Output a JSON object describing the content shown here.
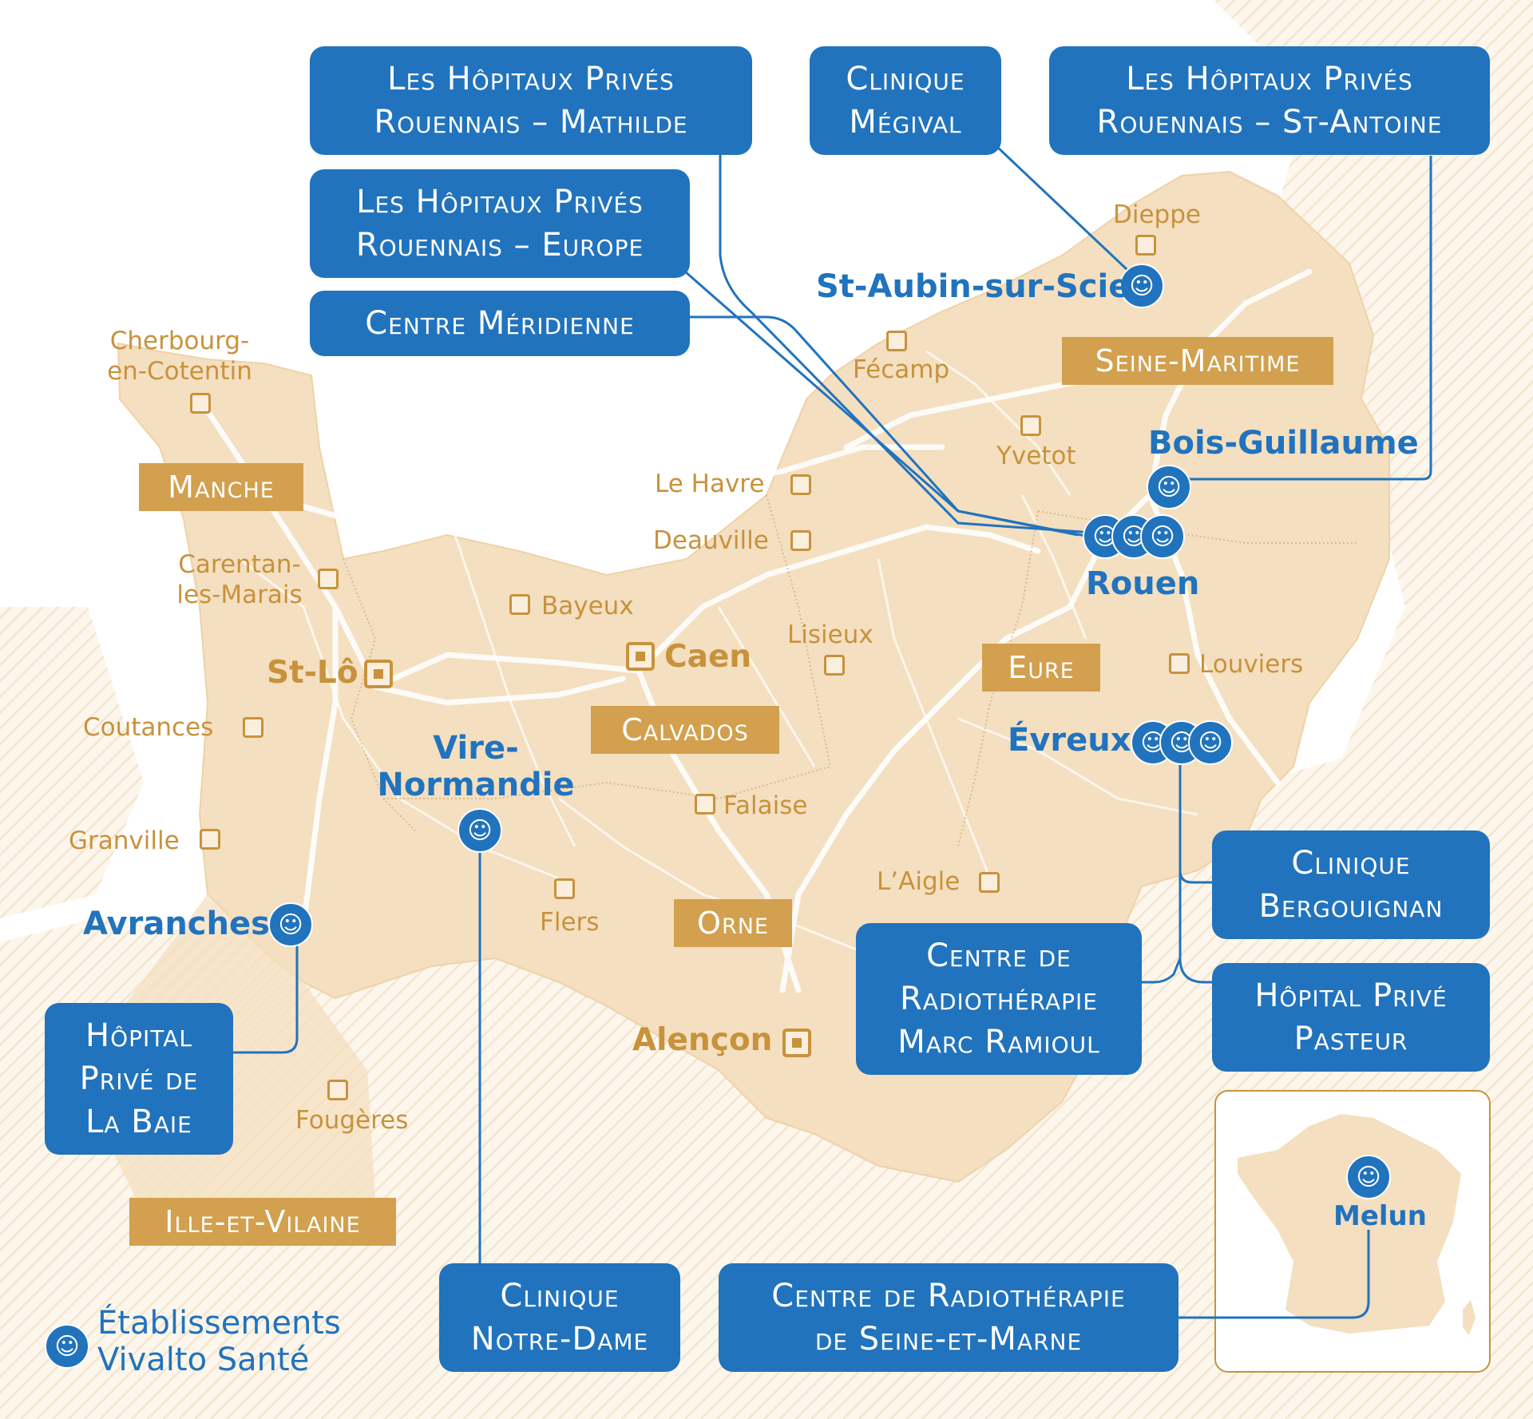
{
  "colors": {
    "vivalto_blue": "#2173bd",
    "department_gold": "#d2a04e",
    "city_gold": "#c8923c",
    "region_fill": "#f4dfc0",
    "background": "#ffffff"
  },
  "facilities": {
    "hpr_mathilde": {
      "line1": "Les Hôpitaux Privés",
      "line2": "Rouennais – Mathilde"
    },
    "clinique_megival": {
      "line1": "Clinique",
      "line2": "Mégival"
    },
    "hpr_st_antoine": {
      "line1": "Les Hôpitaux Privés",
      "line2": "Rouennais – St-Antoine"
    },
    "hpr_europe": {
      "line1": "Les Hôpitaux Privés",
      "line2": "Rouennais – Europe"
    },
    "centre_meridienne": {
      "line1": "Centre Méridienne"
    },
    "clinique_bergouignan": {
      "line1": "Clinique",
      "line2": "Bergouignan"
    },
    "centre_radio_ramioul": {
      "line1": "Centre de",
      "line2": "Radiothérapie",
      "line3": "Marc Ramioul"
    },
    "hopital_pasteur": {
      "line1": "Hôpital Privé",
      "line2": "Pasteur"
    },
    "hopital_la_baie": {
      "line1": "Hôpital",
      "line2": "Privé de",
      "line3": "La Baie"
    },
    "clinique_notre_dame": {
      "line1": "Clinique",
      "line2": "Notre-Dame"
    },
    "centre_radio_seine_marne": {
      "line1": "Centre de Radiothérapie",
      "line2": "de Seine-et-Marne"
    }
  },
  "departments": {
    "manche": "Manche",
    "seine_maritime": "Seine-Maritime",
    "calvados": "Calvados",
    "eure": "Eure",
    "orne": "Orne",
    "ille_et_vilaine": "Ille-et-Vilaine"
  },
  "cities": {
    "dieppe": "Dieppe",
    "fecamp": "Fécamp",
    "yvetot": "Yvetot",
    "le_havre": "Le Havre",
    "deauville": "Deauville",
    "cherbourg_1": "Cherbourg-",
    "cherbourg_2": "en-Cotentin",
    "carentan_1": "Carentan-",
    "carentan_2": "les-Marais",
    "bayeux": "Bayeux",
    "caen": "Caen",
    "lisieux": "Lisieux",
    "louviers": "Louviers",
    "st_lo": "St-Lô",
    "coutances": "Coutances",
    "falaise": "Falaise",
    "granville": "Granville",
    "flers": "Flers",
    "laigle": "L’Aigle",
    "alencon": "Alençon",
    "fougeres": "Fougères"
  },
  "vivalto_cities": {
    "st_aubin": "St-Aubin-sur-Scie",
    "bois_guillaume": "Bois-Guillaume",
    "rouen": "Rouen",
    "evreux": "Évreux",
    "vire_1": "Vire-",
    "vire_2": "Normandie",
    "avranches": "Avranches",
    "melun": "Melun"
  },
  "legend": {
    "line1": "Établissements",
    "line2": "Vivalto Santé",
    "icon": "vivalto-logo-icon"
  }
}
